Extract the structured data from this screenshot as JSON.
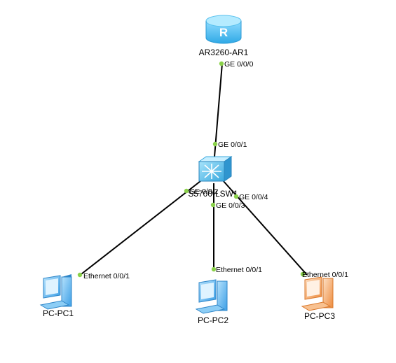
{
  "devices": {
    "router": {
      "name": "AR3260-AR1",
      "icon": "router-icon",
      "color": "#4fc3f7"
    },
    "switch": {
      "name": "S5700-LSW1",
      "icon": "switch-icon",
      "color": "#62c6f0"
    },
    "pc1": {
      "name": "PC-PC1",
      "icon": "pc-icon",
      "color": "#55b7f5"
    },
    "pc2": {
      "name": "PC-PC2",
      "icon": "pc-icon",
      "color": "#55b7f5"
    },
    "pc3": {
      "name": "PC-PC3",
      "icon": "pc-icon",
      "color": "#f6a25e"
    }
  },
  "links": [
    {
      "from": "router",
      "to": "switch",
      "from_port": "GE 0/0/0",
      "to_port": "GE 0/0/1"
    },
    {
      "from": "switch",
      "to": "pc1",
      "from_port": "GE 0/0/2",
      "to_port": "Ethernet 0/0/1"
    },
    {
      "from": "switch",
      "to": "pc2",
      "from_port": "GE 0/0/3",
      "to_port": "Ethernet 0/0/1"
    },
    {
      "from": "switch",
      "to": "pc3",
      "from_port": "GE 0/0/4",
      "to_port": "Ethernet 0/0/1"
    }
  ],
  "colors": {
    "link": "#000000",
    "port_dot": "#8ad14a"
  }
}
